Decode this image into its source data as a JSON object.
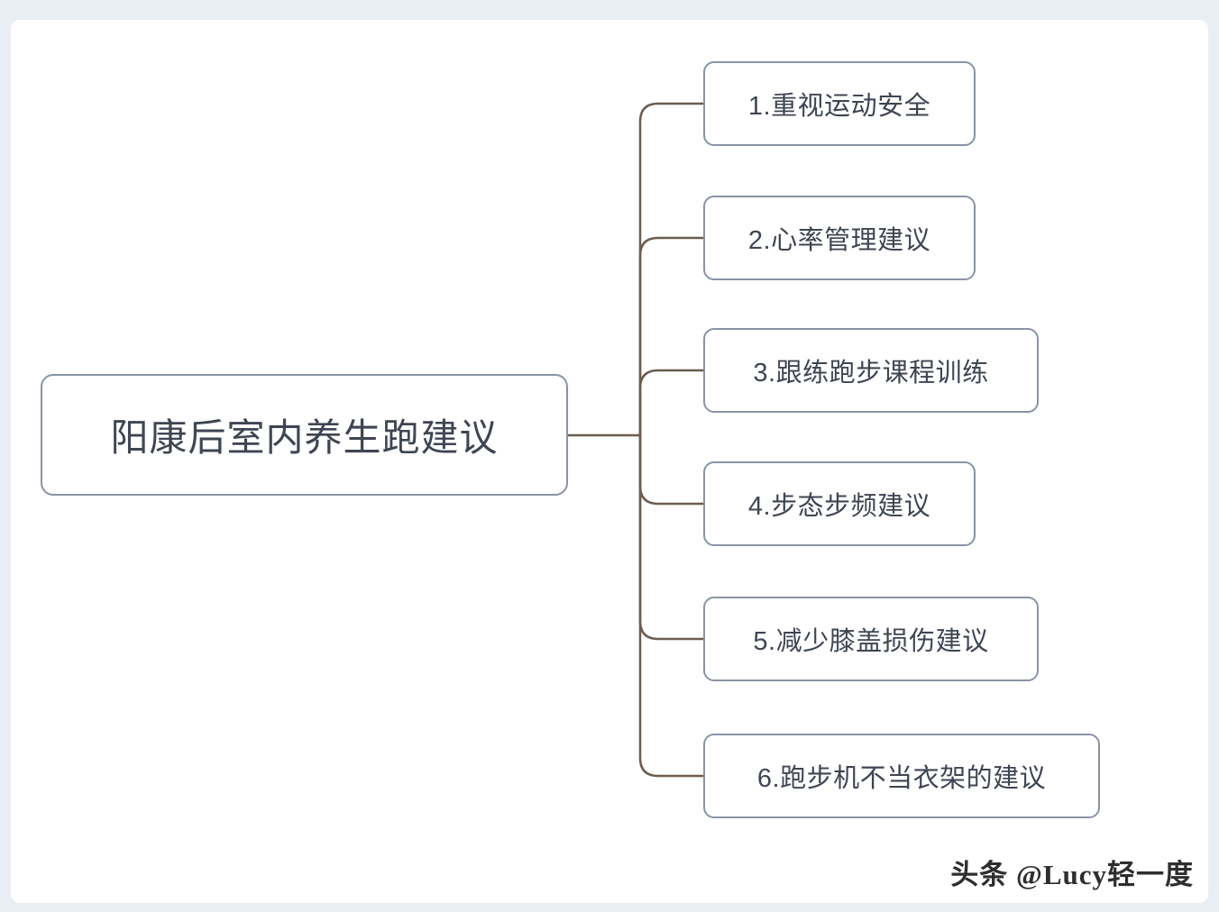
{
  "diagram": {
    "root": {
      "label": "阳康后室内养生跑建议"
    },
    "branches": [
      {
        "label": "1.重视运动安全"
      },
      {
        "label": "2.心率管理建议"
      },
      {
        "label": "3.跟练跑步课程训练"
      },
      {
        "label": "4.步态步频建议"
      },
      {
        "label": "5.减少膝盖损伤建议"
      },
      {
        "label": "6.跑步机不当衣架的建议"
      }
    ]
  },
  "watermark": {
    "text": "头条 @Lucy轻一度"
  },
  "colors": {
    "background": "#e9eef5",
    "canvas": "#ffffff",
    "node_border": "#8a93a4",
    "node_text": "#3f4552",
    "connector_line": "#6b5d50",
    "watermark_text": "#2e2e2e"
  }
}
